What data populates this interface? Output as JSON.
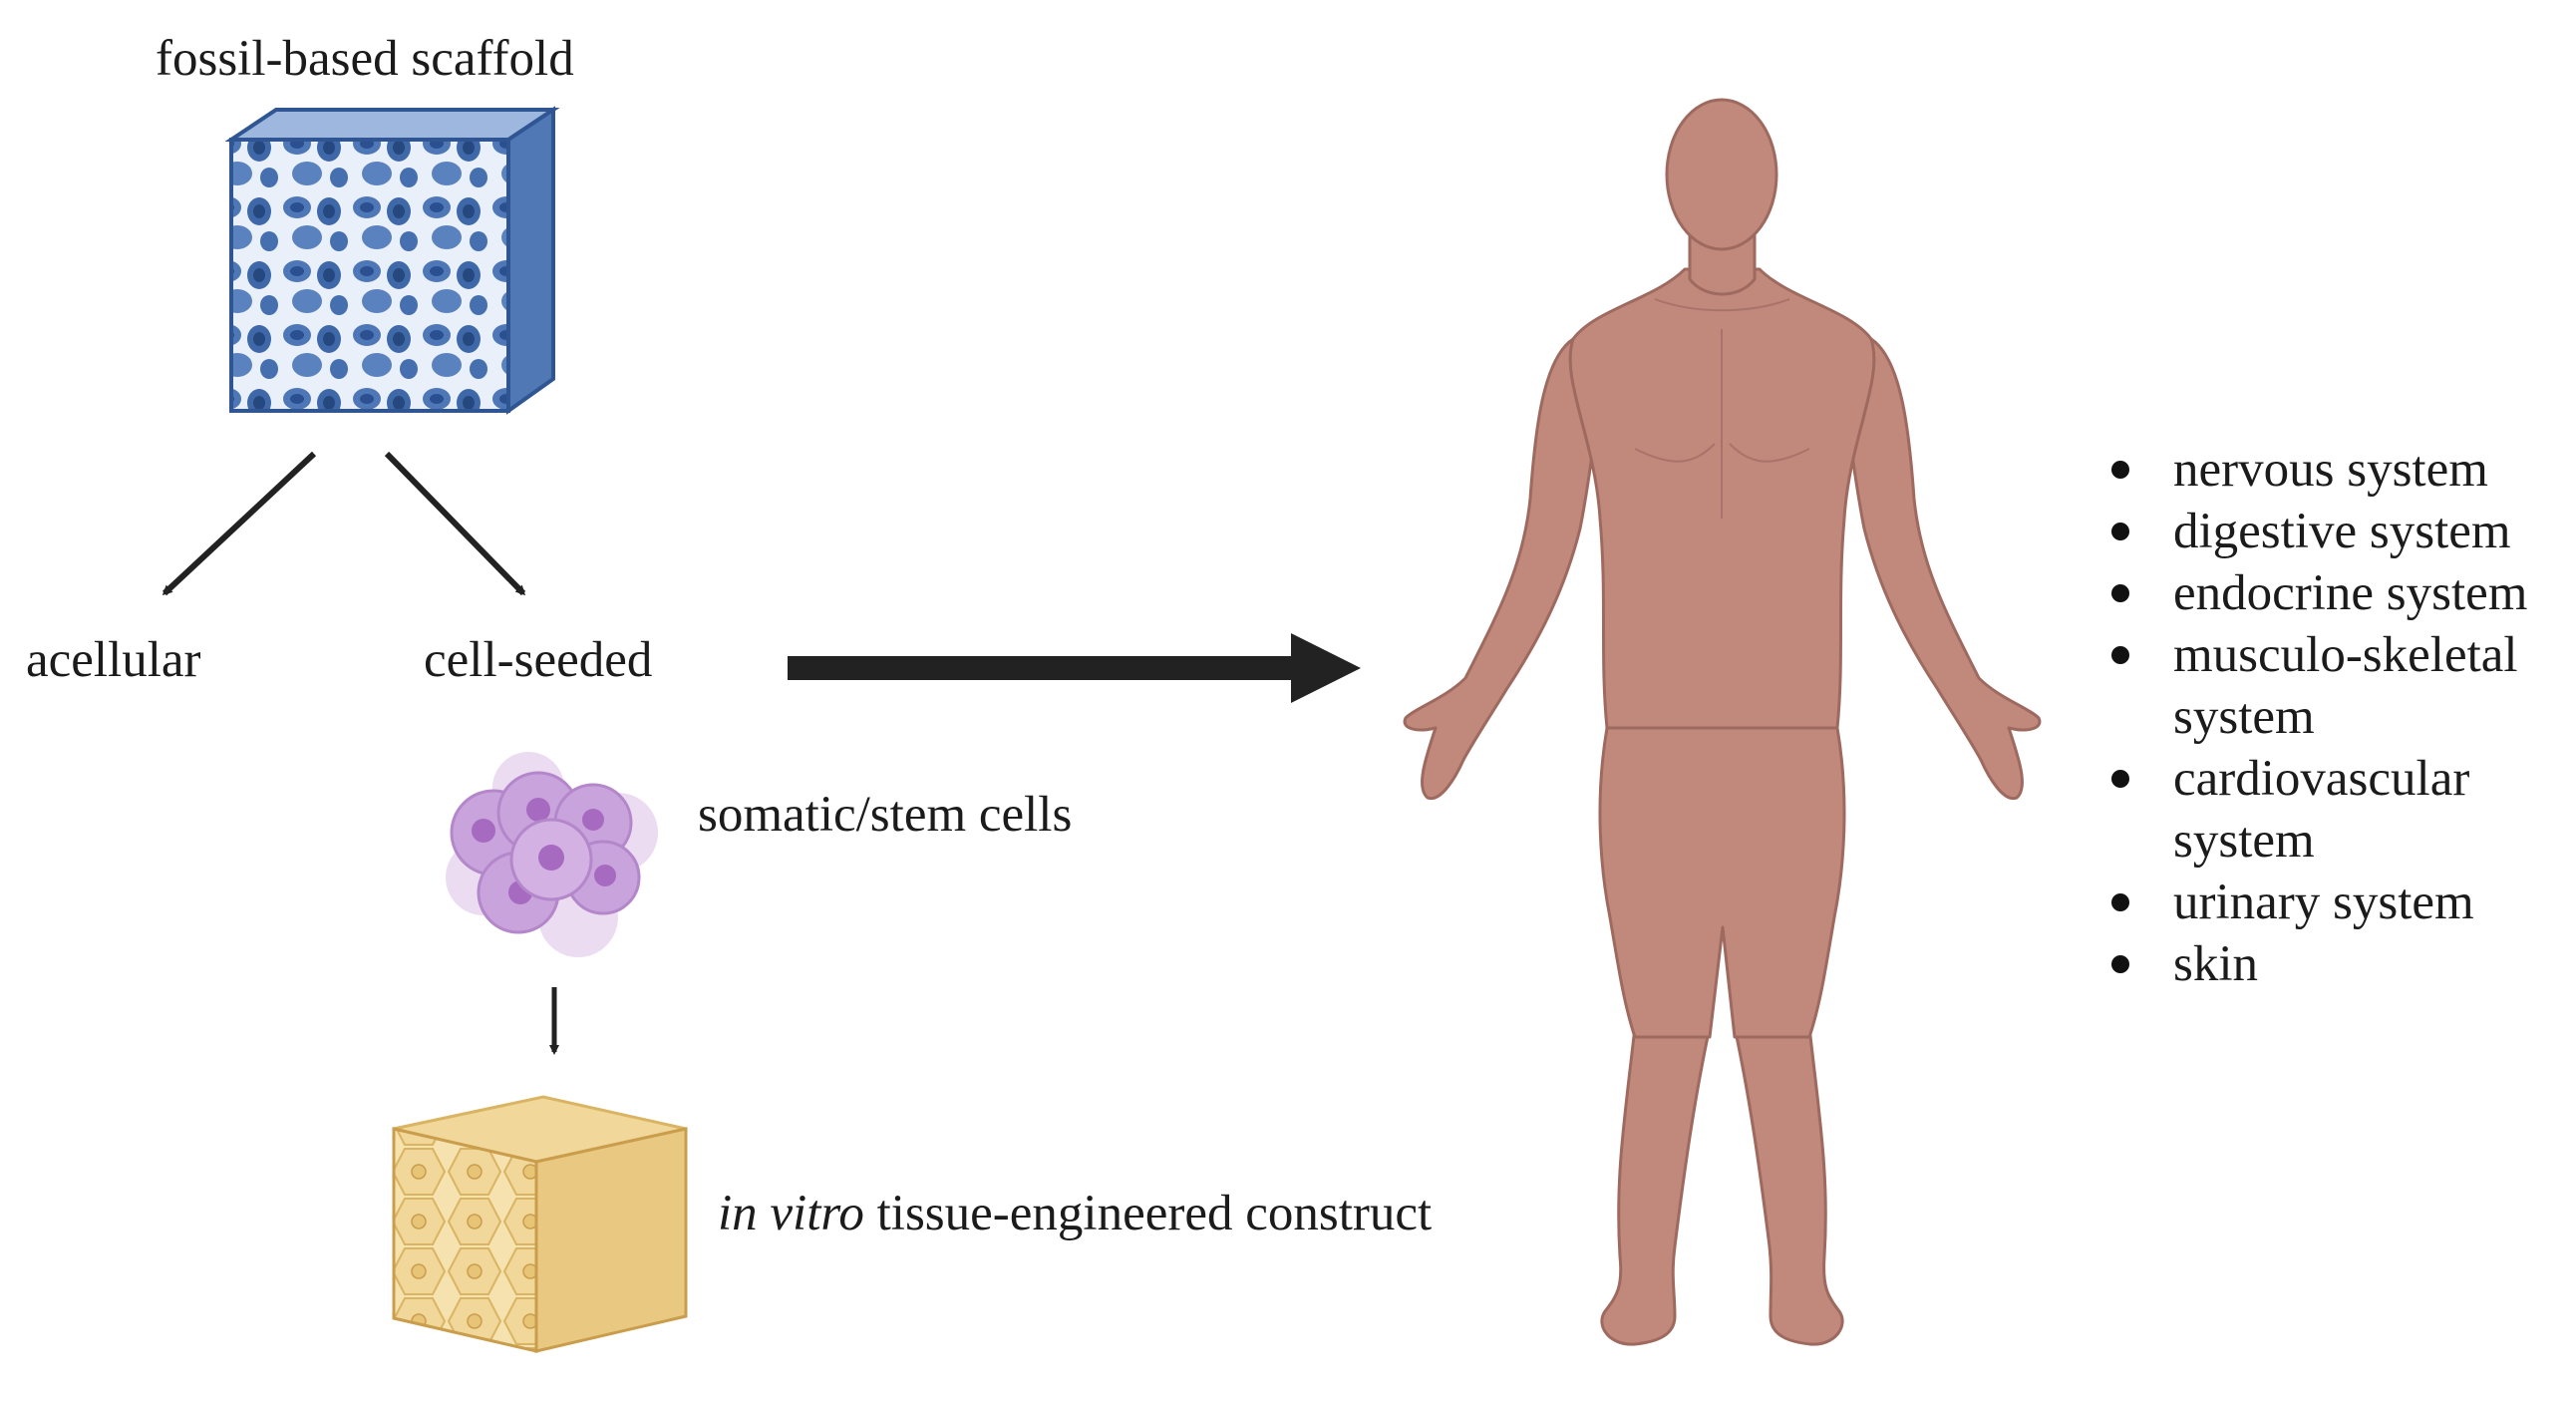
{
  "labels": {
    "scaffold": "fossil-based scaffold",
    "acellular": "acellular",
    "cell_seeded": "cell-seeded",
    "cells": "somatic/stem cells",
    "construct_italic": "in vitro",
    "construct_rest": " tissue-engineered construct"
  },
  "organ_systems": [
    "nervous system",
    "digestive system",
    "endocrine system",
    "musculo-skeletal system",
    "cardiovascular system",
    "urinary system",
    "skin"
  ],
  "colors": {
    "scaffold_blue": "#5f86c1",
    "scaffold_dark": "#2f5593",
    "cell_purple": "#c9a4dc",
    "cell_nucleus": "#a66ac0",
    "construct_tan": "#f3dca2",
    "body_skin": "#c1887c",
    "body_outline": "#9e6a60",
    "arrow": "#222222"
  }
}
